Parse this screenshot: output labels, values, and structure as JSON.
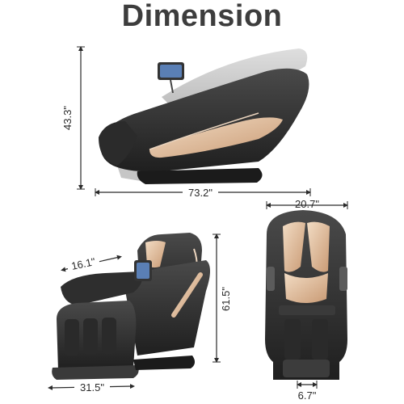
{
  "title": "Dimension",
  "dimensions": {
    "height_side": "43.3\"",
    "length_reclined": "73.2\"",
    "width_front": "20.7\"",
    "seat_width": "16.1\"",
    "height_upright": "61.5\"",
    "depth_upright": "31.5\"",
    "foot_width": "6.7\""
  },
  "remote_screen_icon": "tablet-remote-icon"
}
